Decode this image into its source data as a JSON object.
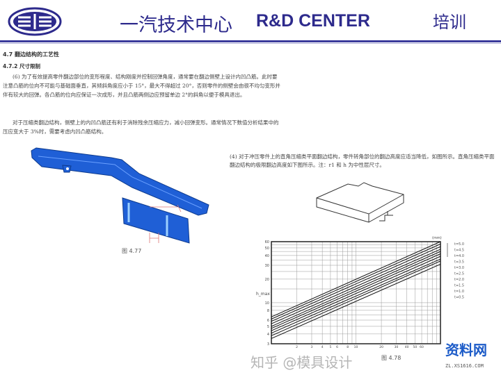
{
  "header": {
    "title_cn": "一汽技术中心",
    "title_en": "R&D CENTER",
    "tag": "培训",
    "logo": "faw-logo"
  },
  "doc": {
    "section": "4.7 翻边结构的工艺性",
    "subsection": "4.7.2 尺寸限制",
    "para1": "(6) 为了有效提高零件翻边部位的变形程度、结构刚度并控制回弹角度，通常要在翻边侧壁上设计内凹凸筋。此时要注意凸筋的位向不可能与基础面垂直，其倾斜角度应小于 15°，最大不得超过 20°，否则零件的侧壁会由很不均匀变形并伴有较大的回弹。各凸筋的位向应保证一次成形，并且凸筋两侧边应预留单边 2°的斜角以便于模具退出。",
    "para2": "对于压缩类翻边结构，侧壁上的内凹凸筋还有利于消除残余压缩应力，减小回弹变形。通常情况下数值分析结果中的压应变大于 3%时，需要考虑内凹凸筋结构。",
    "para3": "(4) 对于冲压零件上的直角压缩类平面翻边结构，零件转角部位的翻边高度应适当降低，如图所示。直角压缩类平面翻边结构的极限翻边高度如下图所示。注：r1 和 h 为中性层尺寸。",
    "fig1_caption": "图 4.77",
    "fig2_caption": "图 4.78"
  },
  "chart_data": {
    "type": "line",
    "xscale": "log",
    "yscale": "log",
    "xlim": [
      1,
      100
    ],
    "ylim": [
      3,
      60
    ],
    "x_ticks": [
      "2",
      "3",
      "4",
      "5",
      "6",
      "8",
      "10",
      "20",
      "30",
      "40",
      "50",
      "60"
    ],
    "y_ticks": [
      "3",
      "4",
      "5",
      "6",
      "8",
      "10",
      "20",
      "30",
      "40",
      "50",
      "60"
    ],
    "ylabel": "h_max",
    "unit": "(mm)",
    "grid": true,
    "legend": "right",
    "series": [
      {
        "name": "t=5.0",
        "values": [
          [
            1,
            6.6
          ],
          [
            100,
            60
          ]
        ]
      },
      {
        "name": "t=4.5",
        "values": [
          [
            1,
            6.2
          ],
          [
            100,
            56
          ]
        ]
      },
      {
        "name": "t=4.0",
        "values": [
          [
            1,
            5.8
          ],
          [
            100,
            52
          ]
        ]
      },
      {
        "name": "t=3.5",
        "values": [
          [
            1,
            5.4
          ],
          [
            100,
            48
          ]
        ]
      },
      {
        "name": "t=3.0",
        "values": [
          [
            1,
            5.0
          ],
          [
            100,
            45
          ]
        ]
      },
      {
        "name": "t=2.5",
        "values": [
          [
            1,
            4.7
          ],
          [
            100,
            42
          ]
        ]
      },
      {
        "name": "t=2.0",
        "values": [
          [
            1,
            4.4
          ],
          [
            100,
            39
          ]
        ]
      },
      {
        "name": "t=1.5",
        "values": [
          [
            1,
            4.1
          ],
          [
            100,
            36
          ]
        ]
      },
      {
        "name": "t=1.0",
        "values": [
          [
            1,
            3.8
          ],
          [
            100,
            34
          ]
        ]
      },
      {
        "name": "t=0.5",
        "values": [
          [
            1,
            3.5
          ],
          [
            100,
            31
          ]
        ]
      }
    ]
  },
  "watermarks": {
    "zhihu": "知乎 @模具设计",
    "site_name": "资料网",
    "site_url": "ZL.XS1616.COM"
  }
}
